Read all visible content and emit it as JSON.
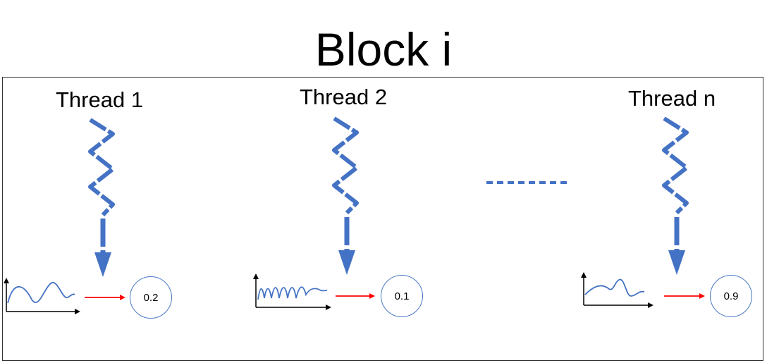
{
  "title": "Block i",
  "threads": [
    {
      "label": "Thread 1",
      "value": "0.2"
    },
    {
      "label": "Thread 2",
      "value": "0.1"
    },
    {
      "label": "Thread n",
      "value": "0.9"
    }
  ],
  "colors": {
    "thread_arrow": "#4472c4",
    "signal_arrow": "#ff0000",
    "waveform": "#4472c4",
    "box_border": "#333333"
  }
}
